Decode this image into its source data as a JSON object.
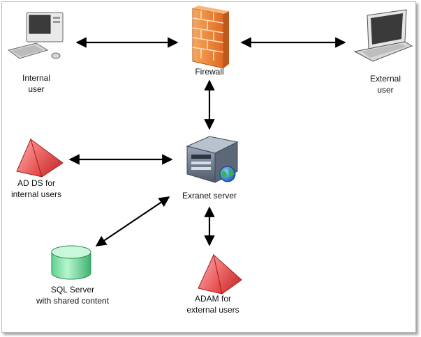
{
  "nodes": {
    "internal_user": {
      "icon": "desktop-computer-icon",
      "label_lines": [
        "Internal",
        "user"
      ]
    },
    "firewall": {
      "icon": "brick-firewall-icon",
      "label_lines": [
        "Firewall"
      ]
    },
    "external_user": {
      "icon": "laptop-icon",
      "label_lines": [
        "External",
        "user"
      ]
    },
    "ad_ds": {
      "icon": "red-pyramid-icon",
      "label_lines": [
        "AD DS for",
        "internal users"
      ]
    },
    "extranet_server": {
      "icon": "server-globe-icon",
      "label_lines": [
        "Exranet server"
      ]
    },
    "sql_server": {
      "icon": "green-database-cylinder-icon",
      "label_lines": [
        "SQL Server",
        "with shared content"
      ]
    },
    "adam": {
      "icon": "red-pyramid-icon",
      "label_lines": [
        "ADAM for",
        "external users"
      ]
    }
  },
  "connections": [
    {
      "from": "internal_user",
      "to": "firewall",
      "bidirectional": true
    },
    {
      "from": "firewall",
      "to": "external_user",
      "bidirectional": true
    },
    {
      "from": "firewall",
      "to": "extranet_server",
      "bidirectional": true
    },
    {
      "from": "ad_ds",
      "to": "extranet_server",
      "bidirectional": true
    },
    {
      "from": "extranet_server",
      "to": "sql_server",
      "bidirectional": true
    },
    {
      "from": "extranet_server",
      "to": "adam",
      "bidirectional": true
    }
  ],
  "colors": {
    "arrow": "#000000",
    "pyramid_fill": "#f26b6b",
    "database_fill": "#7ee0a8",
    "firewall_fill": "#f08a3c"
  }
}
